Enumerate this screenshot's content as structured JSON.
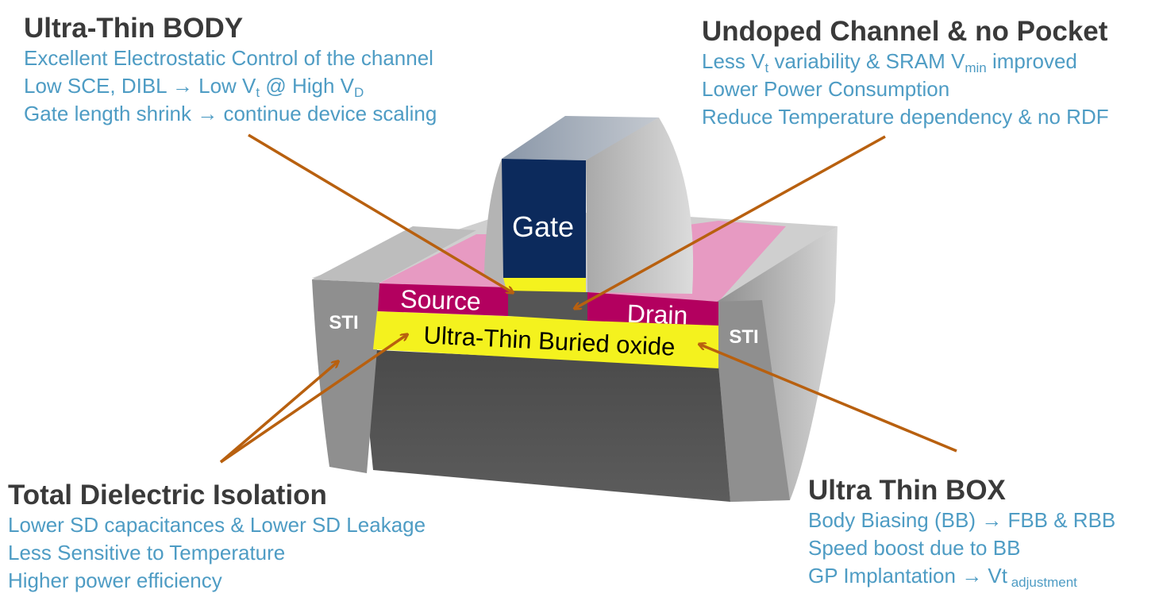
{
  "blocks": {
    "ultra_thin_body": {
      "heading": "Ultra-Thin BODY",
      "lines": [
        [
          "Excellent Electrostatic Control of the channel"
        ],
        [
          "Low SCE, DIBL ",
          "→",
          " Low V",
          "t",
          " @ High V",
          "D"
        ],
        [
          "Gate length shrink ",
          "→",
          " continue device scaling"
        ]
      ]
    },
    "undoped_channel": {
      "heading": "Undoped Channel & no Pocket",
      "lines": [
        [
          "Less V",
          "t",
          " variability & SRAM V",
          "min",
          " improved"
        ],
        [
          "Lower Power Consumption"
        ],
        [
          "Reduce Temperature dependency & no RDF"
        ]
      ]
    },
    "total_dielectric": {
      "heading": "Total Dielectric Isolation",
      "lines": [
        [
          "Lower SD capacitances & Lower SD Leakage"
        ],
        [
          "Less Sensitive to Temperature"
        ],
        [
          "Higher power efficiency"
        ]
      ]
    },
    "ultra_thin_box": {
      "heading": "Ultra Thin BOX",
      "lines": [
        [
          "Body Biasing (BB) ",
          "→",
          " FBB & RBB"
        ],
        [
          "Speed boost due to BB"
        ],
        [
          "GP Implantation ",
          "→",
          " V",
          "t",
          " adjustment"
        ]
      ]
    }
  },
  "device_labels": {
    "gate": "Gate",
    "source": "Source",
    "drain": "Drain",
    "sti_left": "STI",
    "sti_right": "STI",
    "buried_oxide": "Ultra-Thin Buried oxide"
  },
  "colors": {
    "heading": "#3a3a3a",
    "body_text": "#4e9cc4",
    "arrow": "#b8600f",
    "gate": "#0c2a5c",
    "source_drain": "#b3005f",
    "buried_oxide": "#f4f21e",
    "sti": "#8f8f8f",
    "substrate": "#505050"
  }
}
